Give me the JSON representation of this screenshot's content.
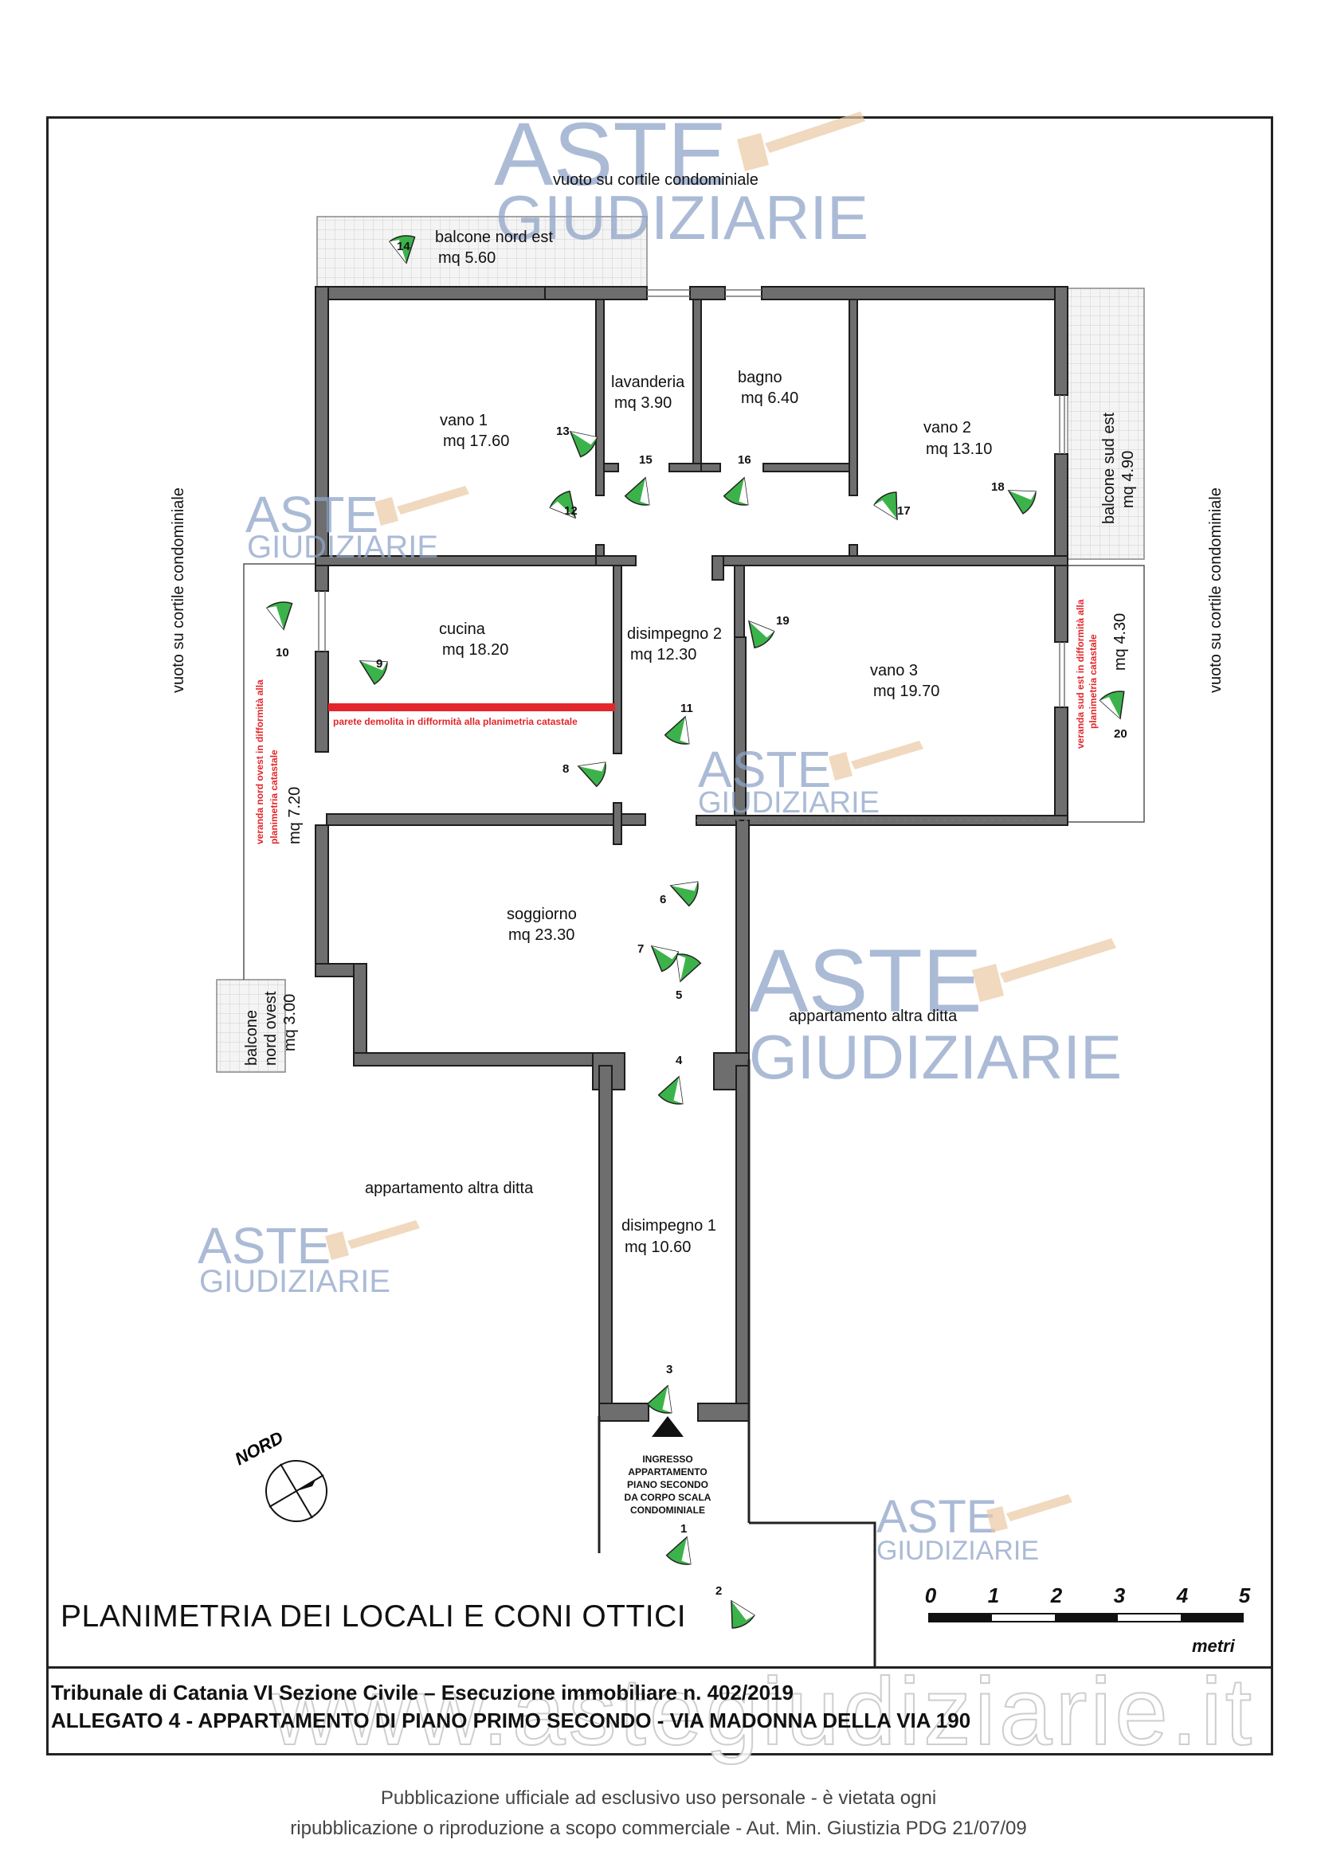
{
  "header": {
    "watermark_word1": "ASTE",
    "watermark_word2": "GIUDIZIARIE",
    "website": "www.astegiudiziarie.it"
  },
  "plan": {
    "rooms": [
      {
        "id": "vano1",
        "name": "vano 1",
        "area": "mq 17.60"
      },
      {
        "id": "lavanderia",
        "name": "lavanderia",
        "area": "mq 3.90"
      },
      {
        "id": "bagno",
        "name": "bagno",
        "area": "mq 6.40"
      },
      {
        "id": "vano2",
        "name": "vano 2",
        "area": "mq  13.10"
      },
      {
        "id": "cucina",
        "name": "cucina",
        "area": "mq 18.20"
      },
      {
        "id": "disimpegno2",
        "name": "disimpegno 2",
        "area": "mq 12.30"
      },
      {
        "id": "vano3",
        "name": "vano 3",
        "area": "mq 19.70"
      },
      {
        "id": "soggiorno",
        "name": "soggiorno",
        "area": "mq 23.30"
      },
      {
        "id": "disimpegno1",
        "name": "disimpegno 1",
        "area": "mq 10.60"
      },
      {
        "id": "balcone_ne",
        "name": "balcone nord est",
        "area": "mq 5.60"
      }
    ],
    "labels": {
      "vuoto_top": "vuoto su cortile condominiale",
      "vuoto_left": "vuoto su cortile condominiale",
      "vuoto_right": "vuoto su cortile condominiale",
      "balcone_se": "balcone sud est",
      "balcone_se_area": "mq 4.90",
      "veranda_se": "veranda sud est in difformità alla",
      "veranda_se2": "planimetria catastale",
      "veranda_se_area": "mq 4.30",
      "veranda_no": "veranda nord ovest in difformità alla",
      "veranda_no2": "planimetria catastale",
      "veranda_no_area": "mq 7.20",
      "balcone_no1": "balcone",
      "balcone_no2": "nord ovest",
      "balcone_no_area": "mq 3.00",
      "parete": "parete demolita in difformità alla planimetria catastale",
      "altra_ditta_right": "appartamento altra ditta",
      "altra_ditta_left": "appartamento altra ditta",
      "ingresso": [
        "INGRESSO",
        "APPARTAMENTO",
        "PIANO SECONDO",
        "DA CORPO SCALA",
        "CONDOMINIALE"
      ],
      "nord": "NORD"
    },
    "view_cones": [
      "1",
      "2",
      "3",
      "4",
      "5",
      "6",
      "7",
      "8",
      "9",
      "10",
      "11",
      "12",
      "13",
      "14",
      "15",
      "16",
      "17",
      "18",
      "19",
      "20"
    ],
    "scale": {
      "ticks": [
        "0",
        "1",
        "2",
        "3",
        "4",
        "5"
      ],
      "unit": "metri"
    },
    "colors": {
      "wall": "#6e6e6e",
      "cone": "#3cb34a",
      "red": "#e3262b",
      "watermark": "#8fa5c9"
    }
  },
  "title": "PLANIMETRIA DEI LOCALI E CONI OTTICI",
  "tribunale": "Tribunale di Catania VI Sezione Civile – Esecuzione immobiliare n. 402/2019",
  "allegato": "ALLEGATO 4 -  APPARTAMENTO DI PIANO PRIMO SECONDO - VIA MADONNA DELLA VIA 190",
  "footer": {
    "line1": "Pubblicazione ufficiale ad esclusivo uso personale - è vietata ogni",
    "line2": "ripubblicazione o riproduzione a scopo commerciale - Aut. Min. Giustizia PDG 21/07/09"
  }
}
